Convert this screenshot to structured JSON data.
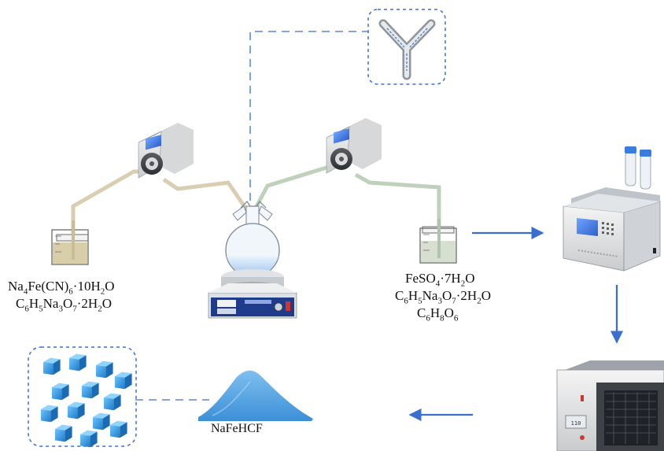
{
  "left_reagents": {
    "line1": [
      "Na",
      "4",
      "Fe(CN)",
      "6",
      "·10H",
      "2",
      "O"
    ],
    "line2": [
      "C",
      "6",
      "H",
      "5",
      "Na",
      "3",
      "O",
      "7",
      "·2H",
      "2",
      "O"
    ]
  },
  "right_reagents": {
    "line1": [
      "FeSO",
      "4",
      "·7H",
      "2",
      "O"
    ],
    "line2": [
      "C",
      "6",
      "H",
      "5",
      "Na",
      "3",
      "O",
      "7",
      "·2H",
      "2",
      "O"
    ],
    "line3": [
      "C",
      "6",
      "H",
      "8",
      "O",
      "6"
    ]
  },
  "product": {
    "label": "NaFeHCF"
  },
  "hotplate": {
    "panel_text": "□□□□□□□"
  },
  "oven": {
    "display_text": "110"
  },
  "colors": {
    "arrow": "#3a6fd0",
    "dashed": "#3a6fd0",
    "left_tube": "#d9ceb1",
    "right_tube": "#bfd0bb",
    "cube_blue": "#2e90d8",
    "powder_blue": "#5aa9e6",
    "device_blue": "#1e3c8a"
  }
}
